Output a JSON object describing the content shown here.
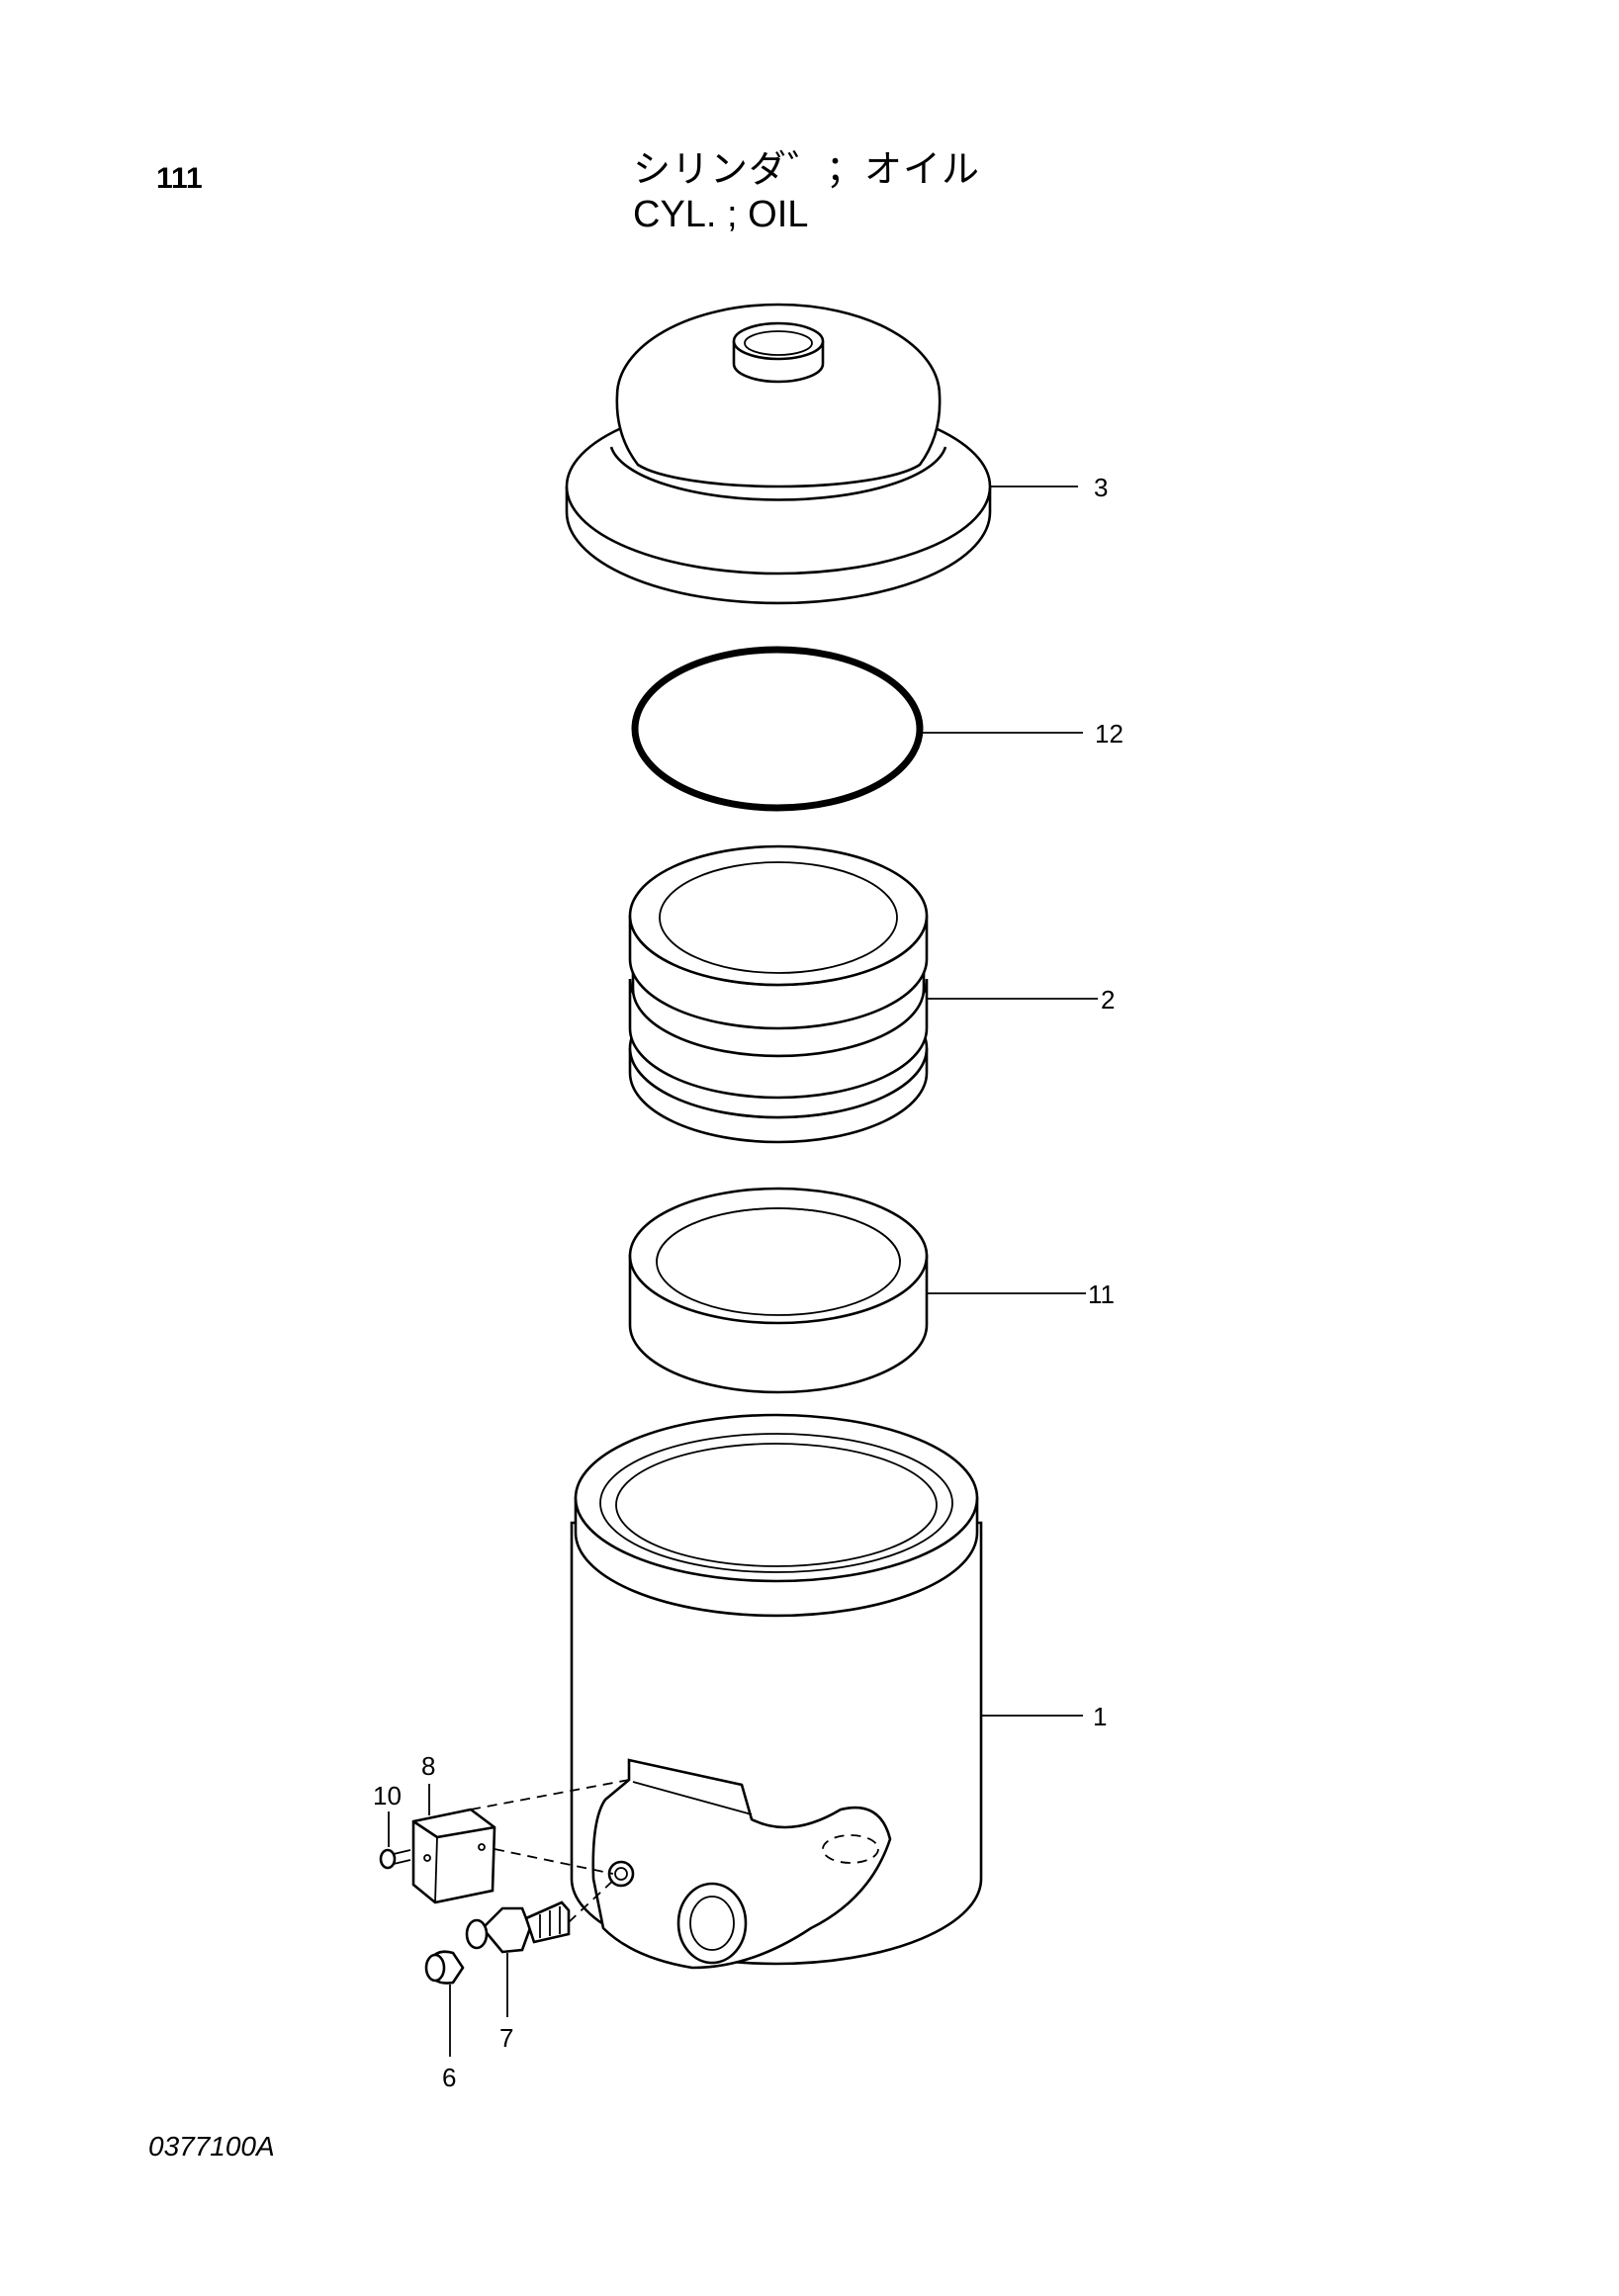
{
  "header": {
    "page_number": "111",
    "title_jp": "シリンダ゛；オイル",
    "title_en": "CYL. ; OIL"
  },
  "footer": {
    "drawing_number": "0377100A"
  },
  "callouts": {
    "c1": "1",
    "c2": "2",
    "c3": "3",
    "c6": "6",
    "c7": "7",
    "c8": "8",
    "c10": "10",
    "c11": "11",
    "c12": "12"
  }
}
